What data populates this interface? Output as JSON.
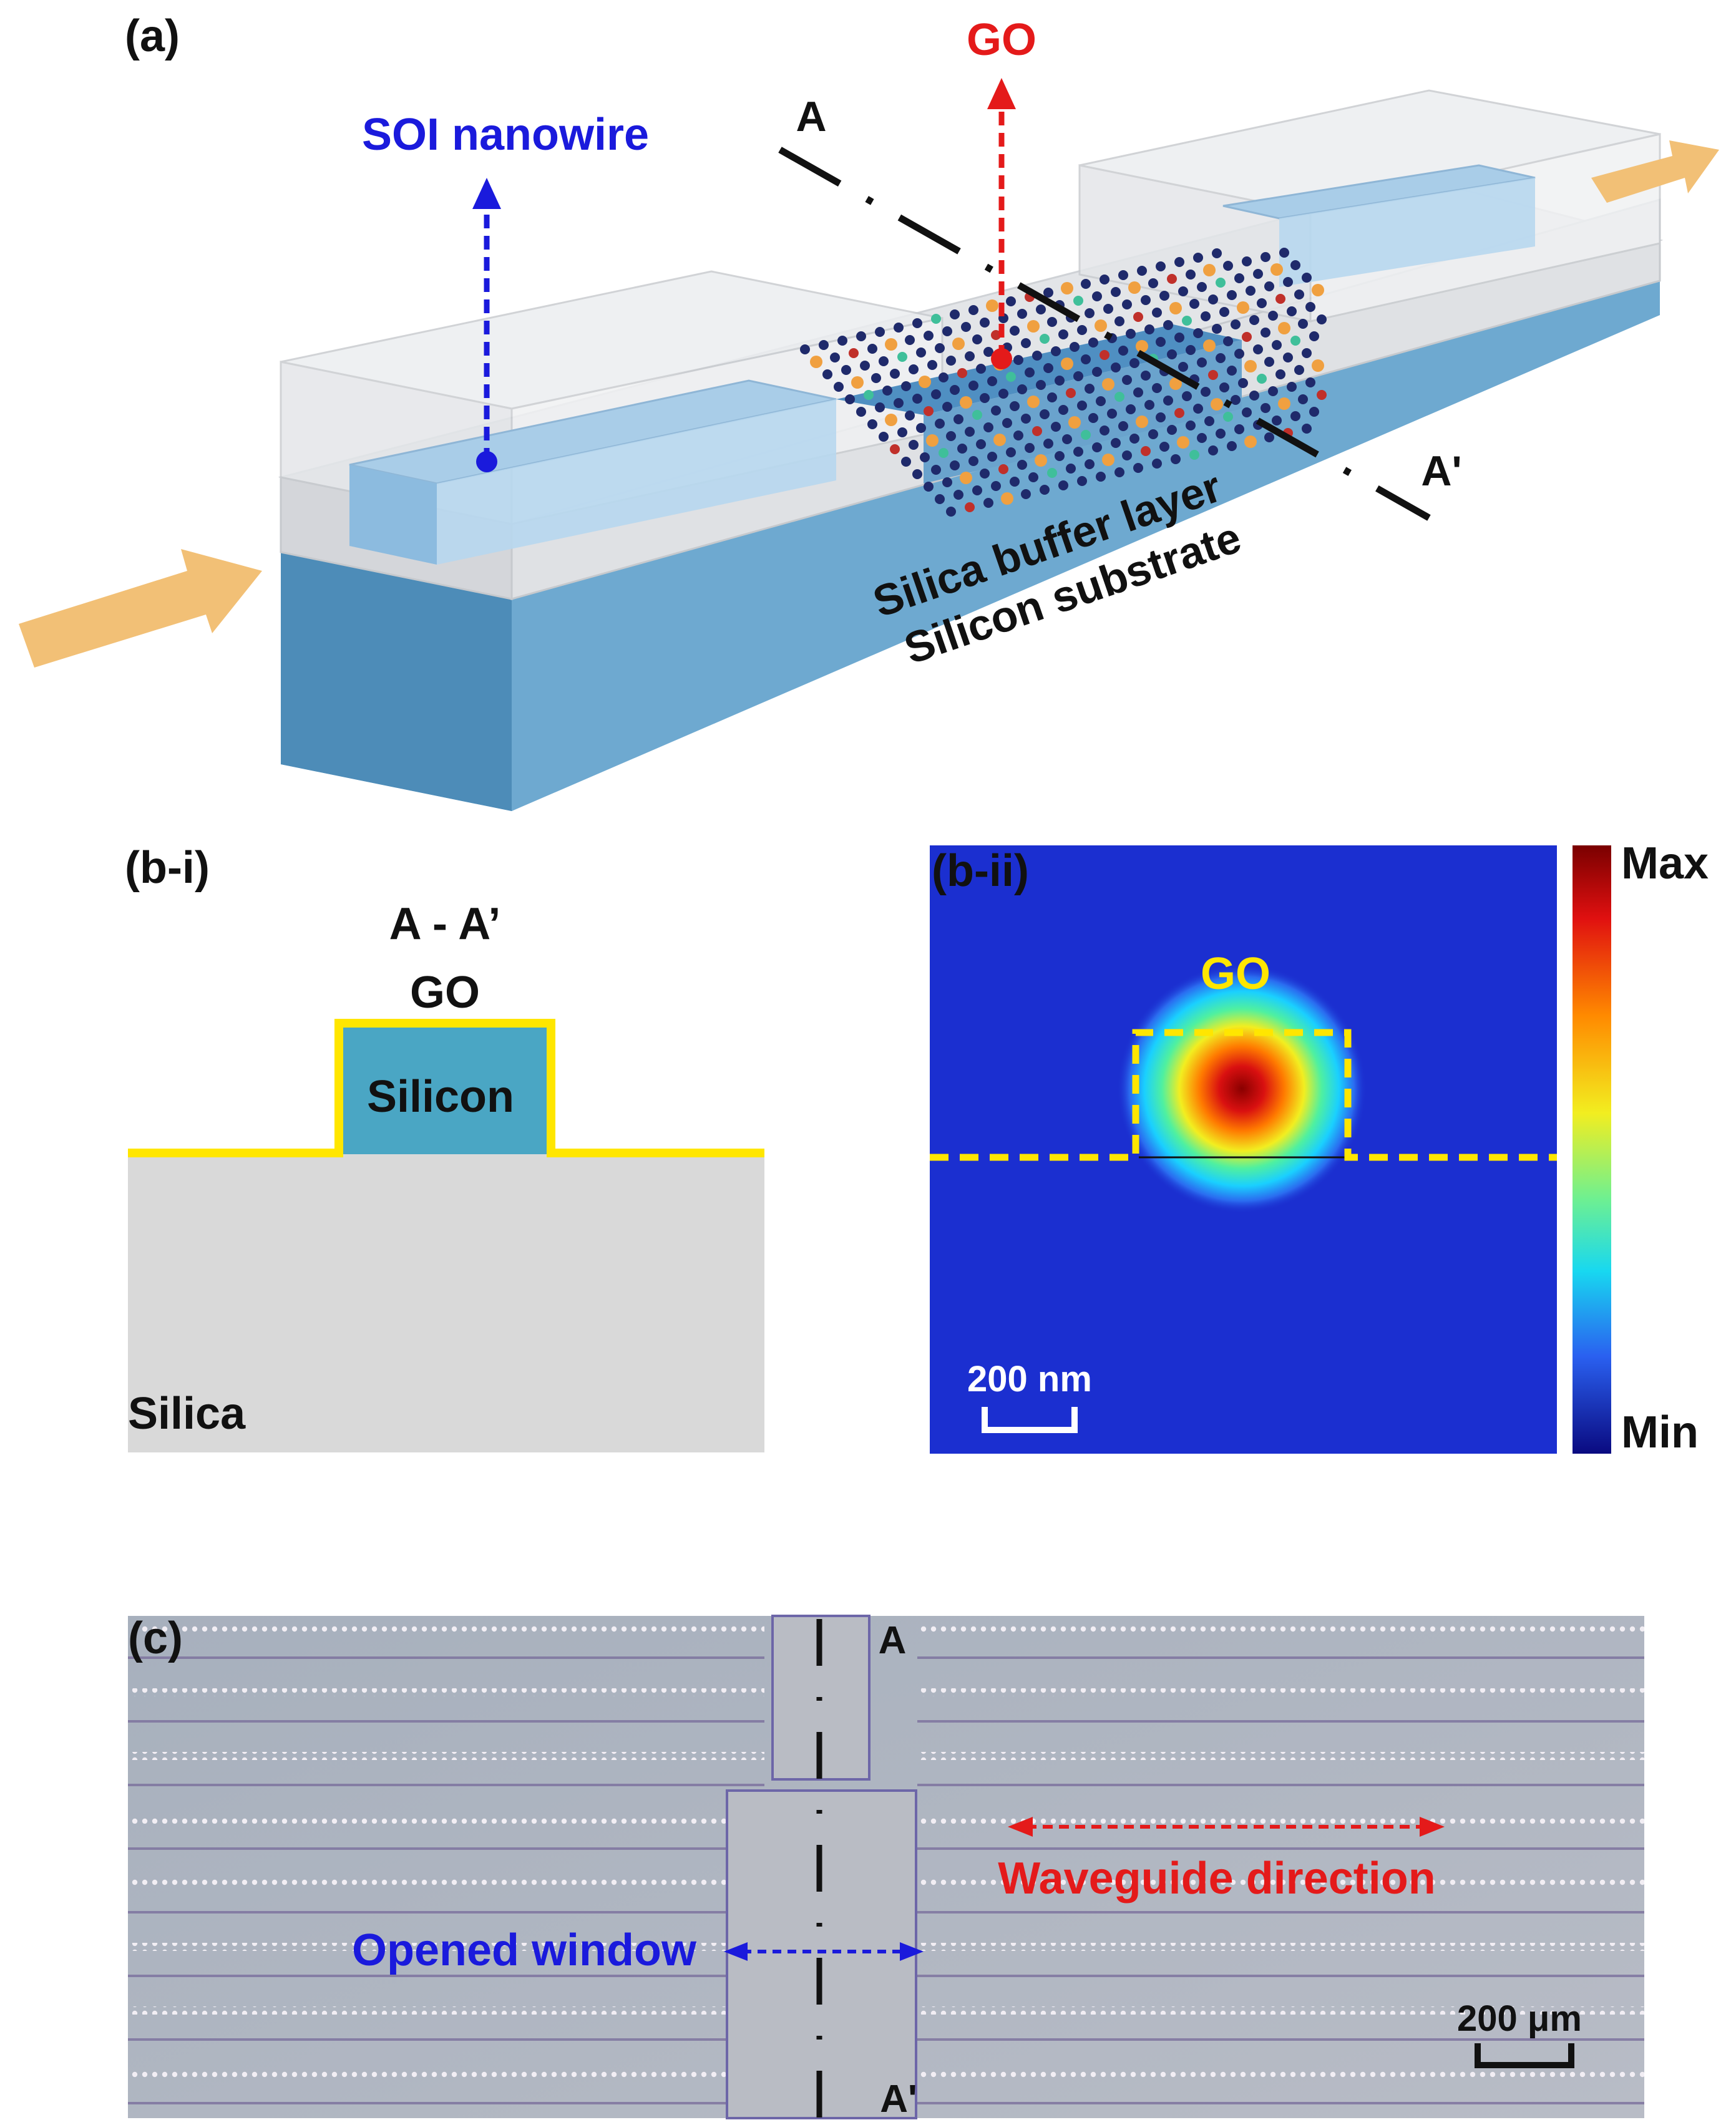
{
  "panel_a": {
    "label": "(a)",
    "soi_label": "SOI nanowire",
    "go_label": "GO",
    "point_a": "A",
    "point_a_prime": "A'",
    "buffer_label": "Silica buffer layer",
    "substrate_label": "Silicon substrate"
  },
  "panel_bi": {
    "label": "(b-i)",
    "section_label": "A - A’",
    "go_label": "GO",
    "core_label": "Silicon",
    "cladding_label": "Silica"
  },
  "panel_bii": {
    "label": "(b-ii)",
    "go_label": "GO",
    "scale_label": "200 nm",
    "colorbar_max": "Max",
    "colorbar_min": "Min"
  },
  "panel_c": {
    "label": "(c)",
    "point_a": "A",
    "point_a_prime": "A'",
    "waveguide_label": "Waveguide direction",
    "window_label": "Opened window",
    "scale_label": "200 μm"
  },
  "colors": {
    "soi": "#1a1adc",
    "go": "#e41a1a",
    "go_outline": "#ffe600",
    "substrate": "#5b9cc8",
    "silicon_core": "#4aa6c4",
    "silica": "#d9d9d9",
    "field_background": "#1b2fd0"
  }
}
